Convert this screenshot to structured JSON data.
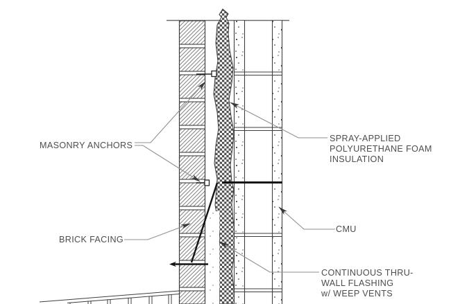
{
  "figure": {
    "callouts": {
      "masonry_anchors": "MASONRY ANCHORS",
      "brick_facing": "BRICK FACING",
      "insulation_line1": "SPRAY-APPLIED",
      "insulation_line2": "POLYURETHANE FOAM",
      "insulation_line3": "INSULATION",
      "cmu": "CMU",
      "flashing_line1": "CONTINUOUS THRU-",
      "flashing_line2": "WALL FLASHING",
      "flashing_line3": "w/ WEEP VENTS"
    },
    "colors": {
      "background": "#ffffff",
      "linework": "#3d3d3d",
      "hatch": "#6b6b6b",
      "leader": "#8f8f8f",
      "arrowhead": "#3a3a3a",
      "text": "#4d4d4d",
      "flashing": "#141414"
    }
  }
}
